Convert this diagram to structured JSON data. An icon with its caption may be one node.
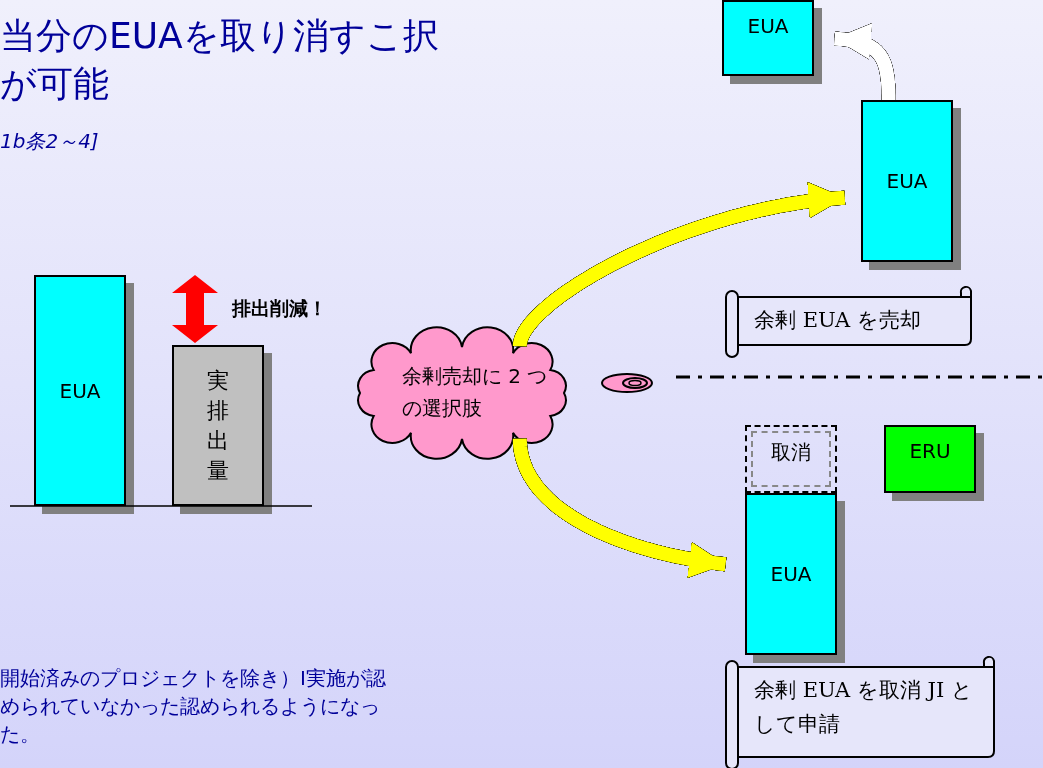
{
  "diagram": {
    "title": "当分のEUAを取り消すこ択が可能",
    "nodes": [
      {
        "text": [
          "EUA"
        ]
      },
      {
        "text": [
          "実排出量"
        ]
      },
      {
        "text": [
          "余剰売却に 2 つの選択肢"
        ]
      },
      {
        "text": [
          "EUA"
        ]
      },
      {
        "text": [
          "EUA"
        ]
      },
      {
        "text": [
          "余剰 EUA を売却"
        ]
      },
      {
        "text": [
          "取消"
        ]
      },
      {
        "text": [
          "ERU"
        ]
      },
      {
        "text": [
          "EUA"
        ]
      },
      {
        "text": [
          "余剰 EUA を取消 JI として申請"
        ]
      }
    ],
    "edges": [
      {
        "from": 2,
        "to": 4,
        "arrow": "to",
        "color": "#ffff00"
      },
      {
        "from": 2,
        "to": 8,
        "arrow": "to",
        "color": "#ffff00"
      },
      {
        "from": 4,
        "to": 3,
        "arrow": "to",
        "color": "#ffffff"
      }
    ],
    "labels": [
      "1b条2～4]",
      "排出削減！",
      "開始済みのプロジェクトを除き）I実施が認められていなかった認められるようになった。"
    ]
  }
}
